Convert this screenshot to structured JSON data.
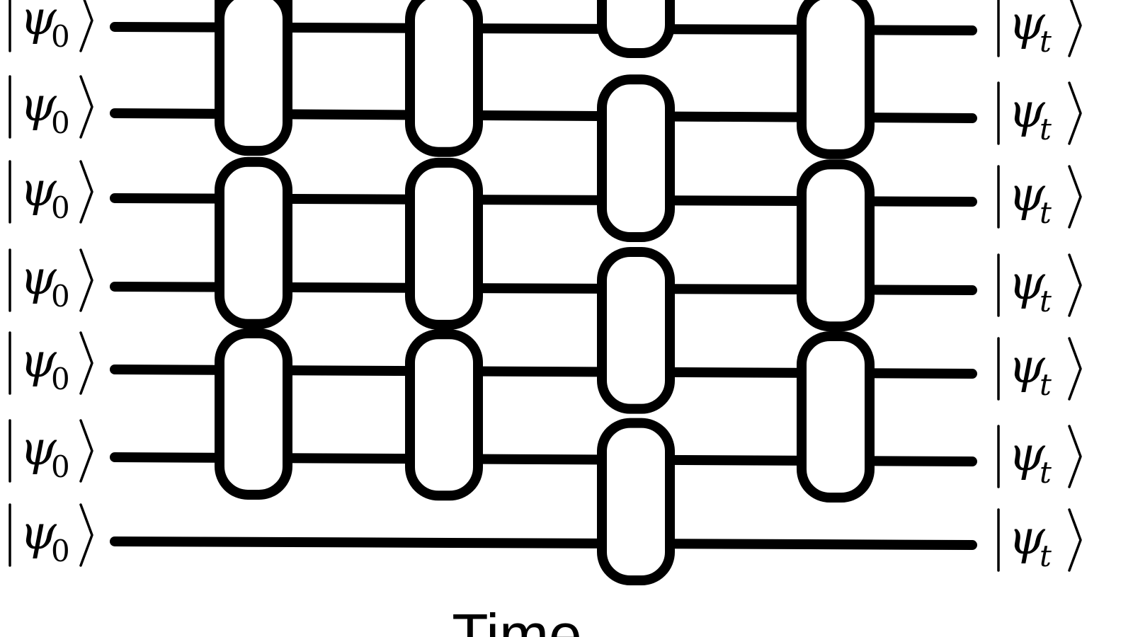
{
  "diagram": {
    "type": "quantum-circuit-brickwork",
    "input_state": {
      "symbol": "ψ",
      "subscript": "0"
    },
    "output_state": {
      "symbol": "ψ",
      "subscript": "t"
    },
    "qubit_count": 7,
    "gate_layers": [
      {
        "layer": 1,
        "pairs": [
          [
            0,
            1
          ],
          [
            2,
            3
          ],
          [
            4,
            5
          ]
        ],
        "partial_top": true
      },
      {
        "layer": 2,
        "pairs": [
          [
            0,
            1
          ],
          [
            2,
            3
          ],
          [
            4,
            5
          ]
        ]
      },
      {
        "layer": 3,
        "pairs": [
          [
            1,
            2
          ],
          [
            3,
            4
          ],
          [
            5,
            6
          ]
        ],
        "partial_top": true
      },
      {
        "layer": 4,
        "pairs": [
          [
            0,
            1
          ],
          [
            2,
            3
          ],
          [
            4,
            5
          ]
        ]
      }
    ],
    "axis_label": "Time"
  }
}
